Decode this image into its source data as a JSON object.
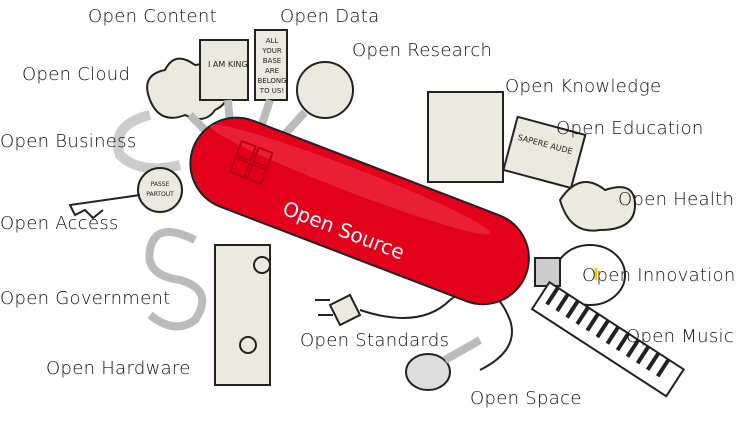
{
  "center_label": "Open Source",
  "labels": {
    "content": "Open Content",
    "data": "Open Data",
    "research": "Open Research",
    "cloud": "Open Cloud",
    "knowledge": "Open Knowledge",
    "education": "Open Education",
    "business": "Open Business",
    "health": "Open Health",
    "access": "Open Access",
    "innovation": "Open Innovation",
    "government": "Open Government",
    "music": "Open Music",
    "standards": "Open Standards",
    "hardware": "Open Hardware",
    "space": "Open Space"
  },
  "tool_texts": {
    "paper": "I AM KING",
    "can": "ALL YOUR BASE ARE BELONG TO US!",
    "sign": "SAPERE AUDE",
    "key": "PASSE PARTOUT"
  },
  "colors": {
    "knife": "#e3001b",
    "tool": "#ece9df",
    "ink": "#111111"
  }
}
